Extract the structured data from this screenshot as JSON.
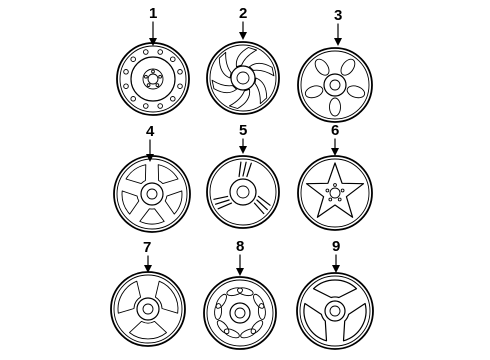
{
  "parts": [
    {
      "num": "1",
      "icon": "steel-wheel-icon"
    },
    {
      "num": "2",
      "icon": "turbine-wheel-icon"
    },
    {
      "num": "3",
      "icon": "five-slot-wheel-icon"
    },
    {
      "num": "4",
      "icon": "five-spoke-wheel-icon"
    },
    {
      "num": "5",
      "icon": "slotted-spoke-wheel-icon"
    },
    {
      "num": "6",
      "icon": "star-spoke-wheel-icon"
    },
    {
      "num": "7",
      "icon": "three-spoke-wheel-icon"
    },
    {
      "num": "8",
      "icon": "ten-slot-wheel-icon"
    },
    {
      "num": "9",
      "icon": "three-window-wheel-icon"
    }
  ]
}
